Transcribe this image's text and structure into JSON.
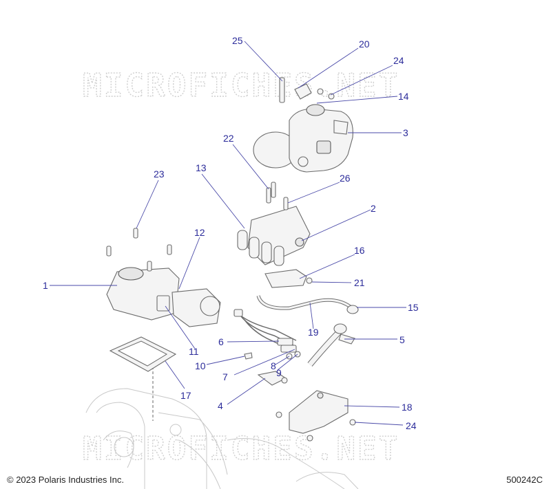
{
  "watermark": "MICROFICHES.NET",
  "copyright": "© 2023 Polaris Industries Inc.",
  "doc_number": "500242C",
  "callouts": [
    {
      "id": "c1",
      "label": "1"
    },
    {
      "id": "c2",
      "label": "2"
    },
    {
      "id": "c3",
      "label": "3"
    },
    {
      "id": "c4",
      "label": "4"
    },
    {
      "id": "c5",
      "label": "5"
    },
    {
      "id": "c6",
      "label": "6"
    },
    {
      "id": "c7",
      "label": "7"
    },
    {
      "id": "c8",
      "label": "8"
    },
    {
      "id": "c9",
      "label": "9"
    },
    {
      "id": "c10",
      "label": "10"
    },
    {
      "id": "c11",
      "label": "11"
    },
    {
      "id": "c12",
      "label": "12"
    },
    {
      "id": "c13",
      "label": "13"
    },
    {
      "id": "c14",
      "label": "14"
    },
    {
      "id": "c15",
      "label": "15"
    },
    {
      "id": "c16",
      "label": "16"
    },
    {
      "id": "c17",
      "label": "17"
    },
    {
      "id": "c18",
      "label": "18"
    },
    {
      "id": "c19",
      "label": "19"
    },
    {
      "id": "c20",
      "label": "20"
    },
    {
      "id": "c21",
      "label": "21"
    },
    {
      "id": "c22",
      "label": "22"
    },
    {
      "id": "c23",
      "label": "23"
    },
    {
      "id": "c24a",
      "label": "24"
    },
    {
      "id": "c24b",
      "label": "24"
    },
    {
      "id": "c25",
      "label": "25"
    },
    {
      "id": "c26",
      "label": "26"
    }
  ],
  "colors": {
    "callout": "#2b2b9a",
    "leader": "#4a4aa8",
    "part_stroke": "#6a6a6a"
  }
}
